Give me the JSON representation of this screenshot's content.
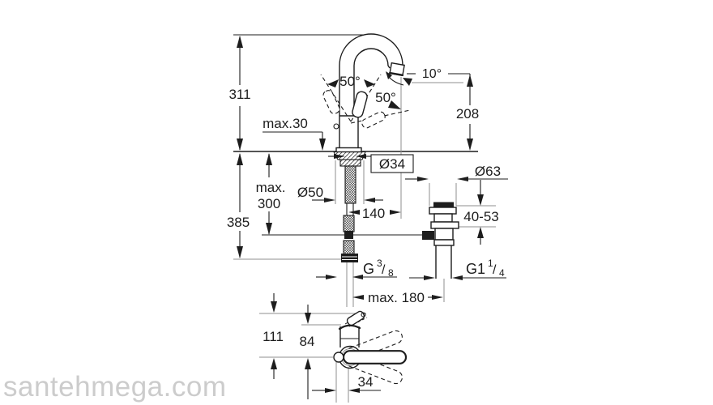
{
  "colors": {
    "line": "#1d1d1d",
    "aux": "#8f8f8f",
    "watermark": "#cccccc",
    "background": "#ffffff"
  },
  "watermark": "santehmega.com",
  "side_view": {
    "total_height": "311",
    "spout_height": "208",
    "deck_thickness": "max.30",
    "swing_angle": "50°",
    "tilt_angle": "50°",
    "spout_angle": "10°",
    "shank_diameter": "Ø34",
    "hole_diameter": "Ø50",
    "spout_projection": "140",
    "hose_depth_word": "max.",
    "hose_depth_value": "300",
    "total_depth": "385"
  },
  "drain": {
    "flange_diameter": "Ø63",
    "deck_range": "40-53",
    "thread": {
      "base": "G1",
      "sup": "1",
      "slash": "/",
      "sub": "4"
    }
  },
  "supply": {
    "thread": {
      "base": "G",
      "sup": "3",
      "slash": "/",
      "sub": "8"
    },
    "center_distance": "max. 180"
  },
  "top_view": {
    "depth_total": "111",
    "depth_body": "84",
    "handle_offset": "34"
  }
}
